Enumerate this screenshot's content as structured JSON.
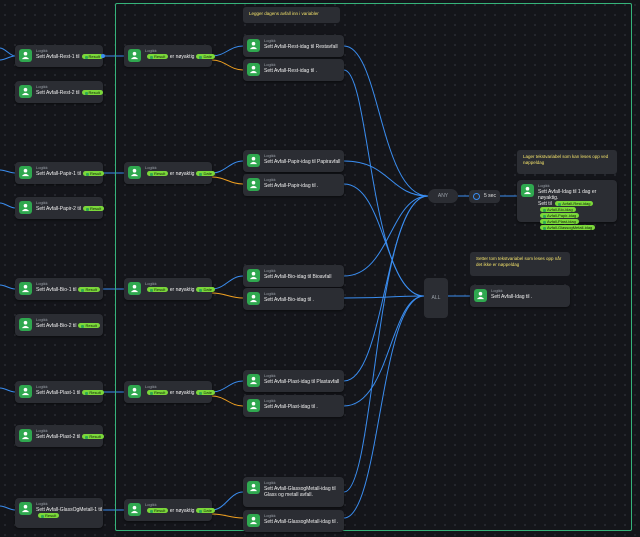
{
  "colors": {
    "accent_green": "#2fa84f",
    "wire_blue": "#3a8df0",
    "wire_orange": "#f0a020",
    "pill_green": "#7bd83a",
    "note_text": "#f2e16a",
    "group_border": "#35b37a"
  },
  "nodes": {
    "n_rest1": {
      "hdr": "Logikk",
      "text": "Sett Avfall-Rest-1 til",
      "pill": "Result"
    },
    "n_rest2": {
      "hdr": "Logikk",
      "text": "Sett Avfall-Rest-2 til",
      "pill": "Result"
    },
    "n_papir1": {
      "hdr": "Logikk",
      "text": "Sett Avfall-Papir-1 til",
      "pill": "Result"
    },
    "n_papir2": {
      "hdr": "Logikk",
      "text": "Sett Avfall-Papir-2 til",
      "pill": "Result"
    },
    "n_bio1": {
      "hdr": "Logikk",
      "text": "Sett Avfall-Bio-1 til",
      "pill": "Result"
    },
    "n_bio2": {
      "hdr": "Logikk",
      "text": "Sett Avfall-Bio-2 til",
      "pill": "Result"
    },
    "n_plast1": {
      "hdr": "Logikk",
      "text": "Sett Avfall-Plast-1 til",
      "pill": "Result"
    },
    "n_plast2": {
      "hdr": "Logikk",
      "text": "Sett Avfall-Plast-2 til",
      "pill": "Result"
    },
    "n_glass1": {
      "hdr": "Logikk",
      "text": "Sett Avfall-GlassOgMetall-1 til",
      "pill": "Result"
    },
    "c_rest": {
      "hdr": "Logikk",
      "pill1": "Result",
      "mid": "er nøyaktig",
      "pill2": "Date"
    },
    "c_papir": {
      "hdr": "Logikk",
      "pill1": "Result",
      "mid": "er nøyaktig",
      "pill2": "Date"
    },
    "c_bio": {
      "hdr": "Logikk",
      "pill1": "Result",
      "mid": "er nøyaktig",
      "pill2": "Date"
    },
    "c_plast": {
      "hdr": "Logikk",
      "pill1": "Result",
      "mid": "er nøyaktig",
      "pill2": "Date"
    },
    "c_glass": {
      "hdr": "Logikk",
      "pill1": "Result",
      "mid": "er nøyaktig",
      "pill2": "Date"
    },
    "s_rest_y": {
      "hdr": "Logikk",
      "text": "Sett Avfall-Rest-idag til Restavfall"
    },
    "s_rest_n": {
      "hdr": "Logikk",
      "text": "Sett Avfall-Rest-idag til ."
    },
    "s_papir_y": {
      "hdr": "Logikk",
      "text": "Sett Avfall-Papir-idag til Papiravfall"
    },
    "s_papir_n": {
      "hdr": "Logikk",
      "text": "Sett Avfall-Papir-idag til ."
    },
    "s_bio_y": {
      "hdr": "Logikk",
      "text": "Sett Avfall-Bio-idag til Bioavfall"
    },
    "s_bio_n": {
      "hdr": "Logikk",
      "text": "Sett Avfall-Bio-idag til ."
    },
    "s_plast_y": {
      "hdr": "Logikk",
      "text": "Sett Avfall-Plast-idag til Plastavfall"
    },
    "s_plast_n": {
      "hdr": "Logikk",
      "text": "Sett Avfall-Plast-idag til ."
    },
    "s_glass_y": {
      "hdr": "Logikk",
      "text": "Sett Avfall-GlassogMetall-idag til Glass og metall avfall."
    },
    "s_glass_n": {
      "hdr": "Logikk",
      "text": "Sett Avfall-GlassogMetall-idag til ."
    },
    "final_all": {
      "hdr": "Logikk",
      "text": "Sett Avfall-Idag til ."
    },
    "final_any": {
      "hdr": "Logikk",
      "text": "Sett Avfall-Idag til 1 dag er nøyaktig.",
      "prefix": "Sett til",
      "pills": [
        "Avfall-Rest-idag",
        "Avfall-Bio-idag",
        "Avfall-Papir-idag",
        "Avfall-Plast-idag",
        "Avfall-GlassogMetall-idag"
      ]
    }
  },
  "notes": {
    "group_title": "Legger dagens avfall inn i variabler",
    "any_note": "Lager tekstvariabel som kan leses opp ved nøppeldag",
    "all_note": "Setter tom tekstvariabel som leses opp når det ikke er nøppeldag"
  },
  "gates": {
    "any_label": "ANY",
    "all_label": "ALL",
    "delay_label": "5 sec"
  }
}
